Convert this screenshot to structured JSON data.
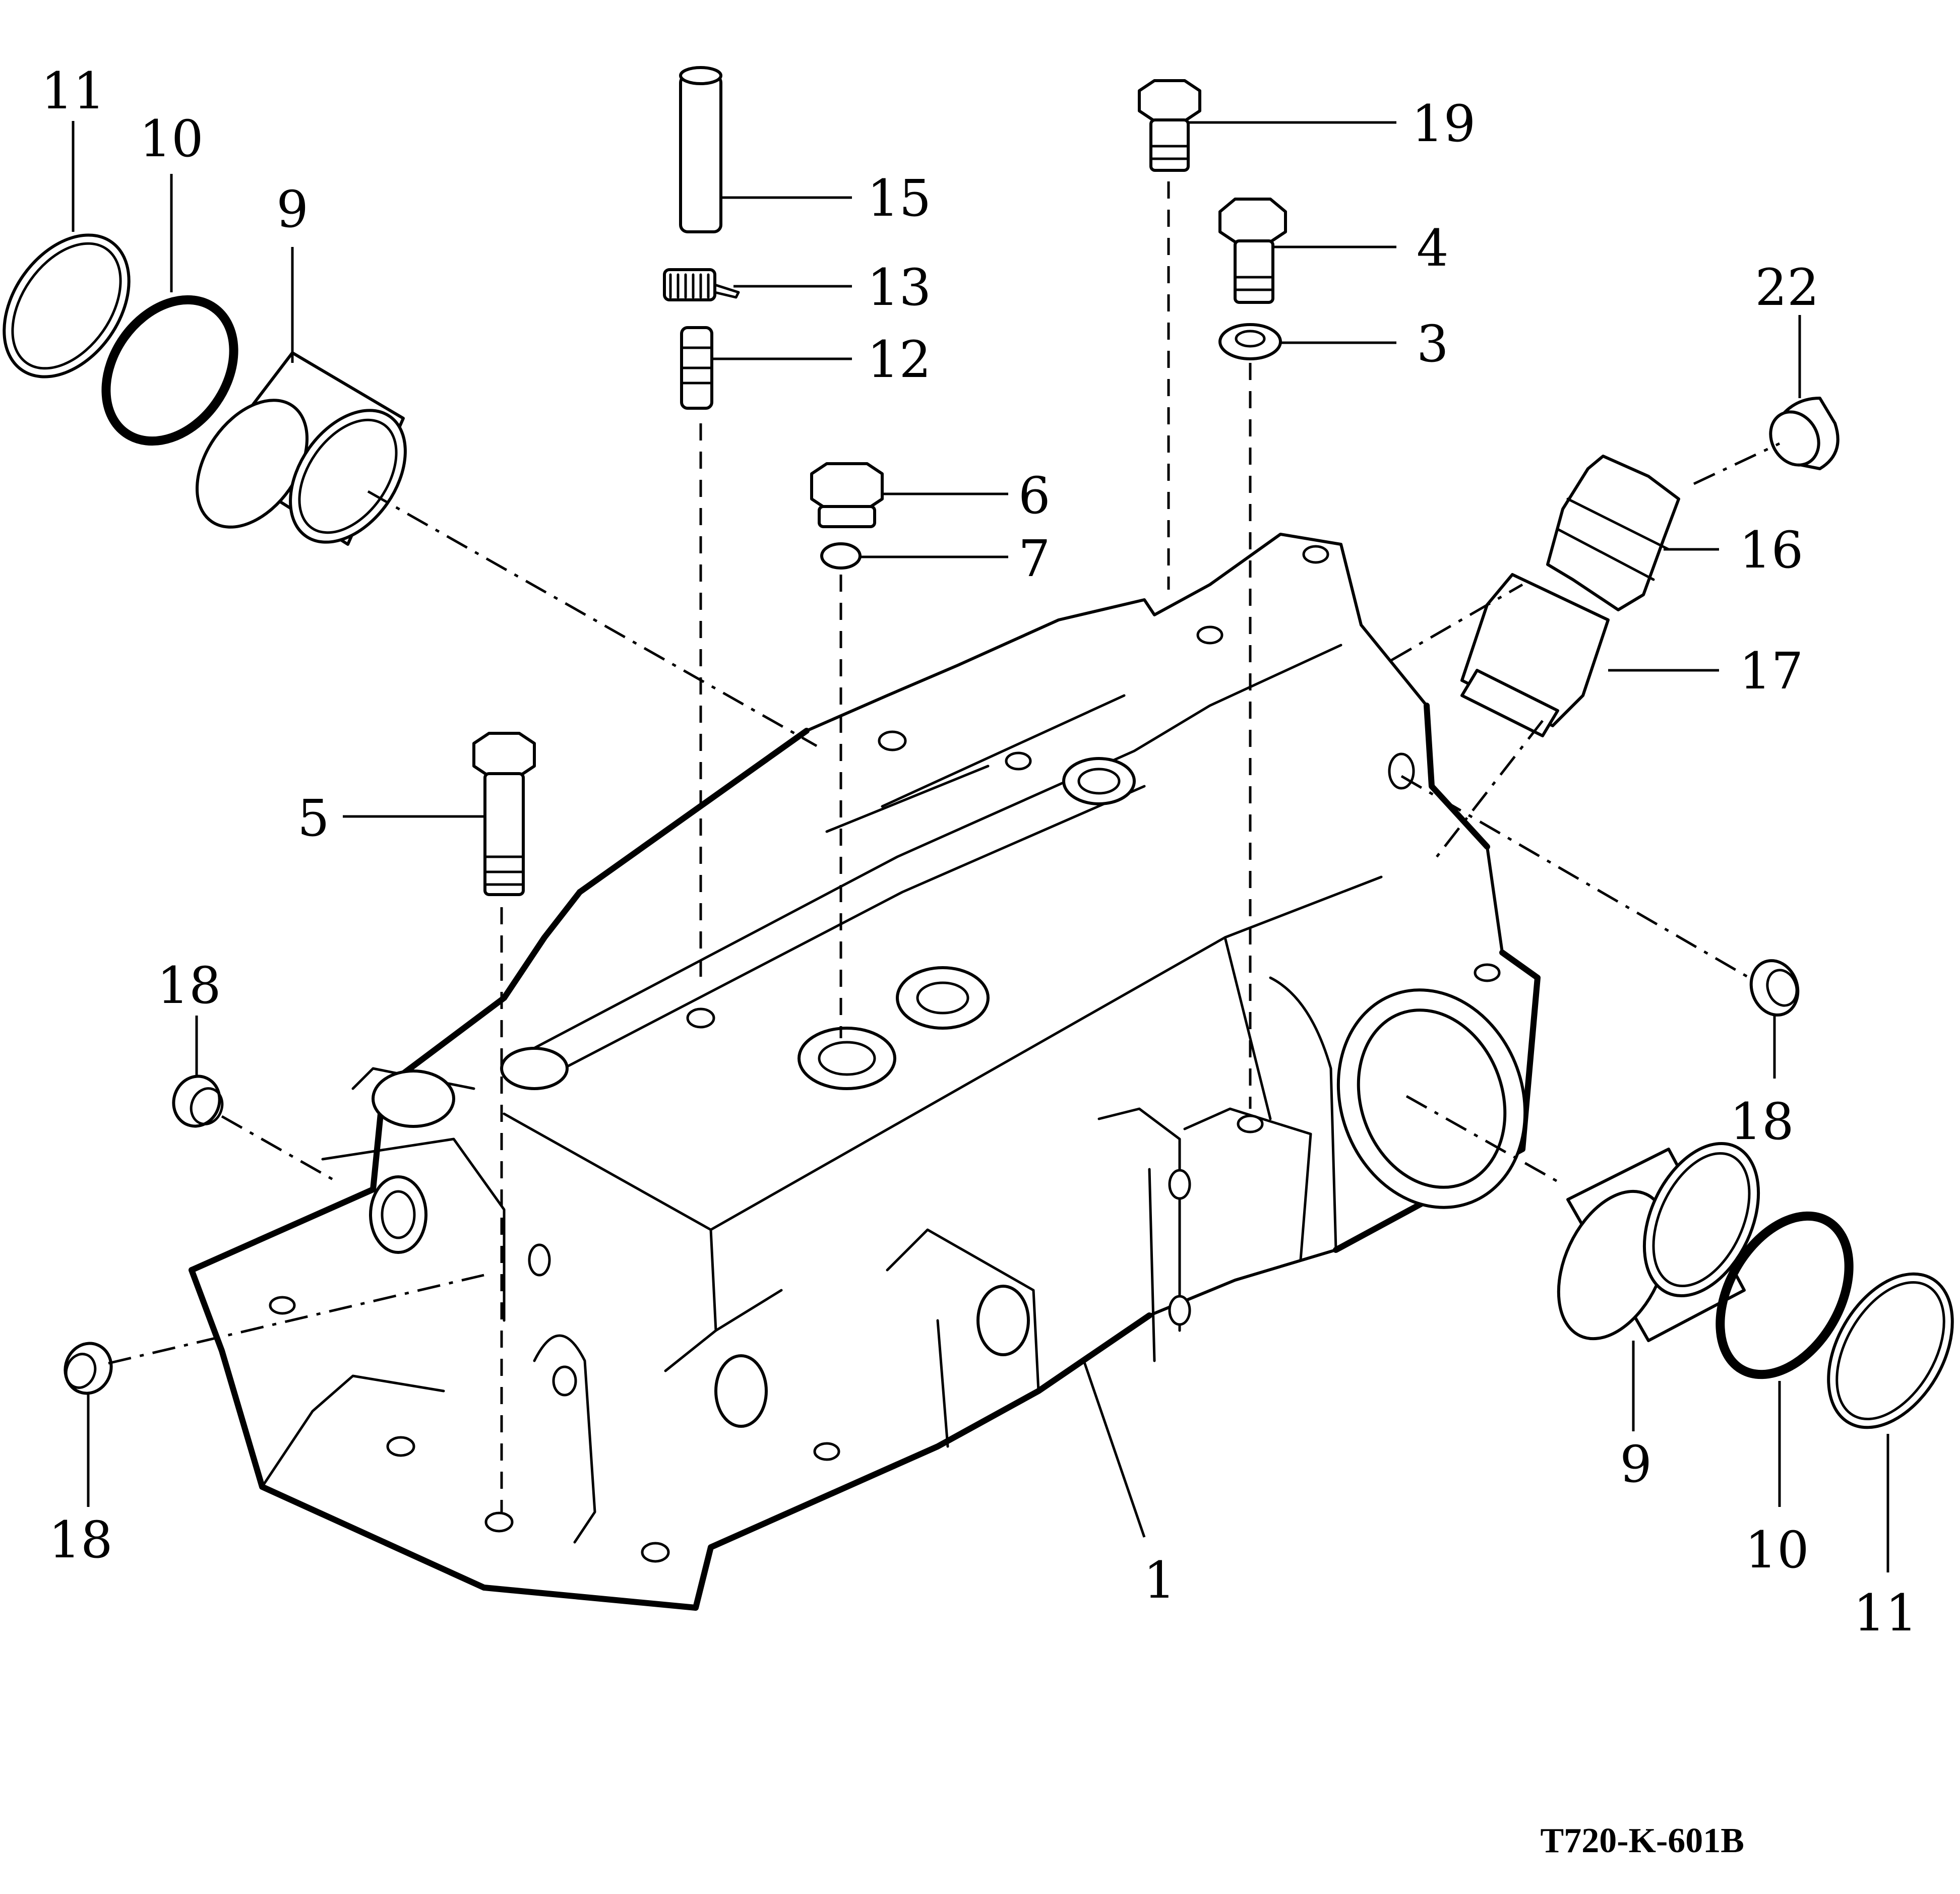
{
  "callouts": [
    {
      "id": "c11a",
      "text": "11"
    },
    {
      "id": "c10a",
      "text": "10"
    },
    {
      "id": "c9a",
      "text": "9"
    },
    {
      "id": "c15",
      "text": "15"
    },
    {
      "id": "c13",
      "text": "13"
    },
    {
      "id": "c12",
      "text": "12"
    },
    {
      "id": "c19",
      "text": "19"
    },
    {
      "id": "c4",
      "text": "4"
    },
    {
      "id": "c3",
      "text": "3"
    },
    {
      "id": "c22",
      "text": "22"
    },
    {
      "id": "c6",
      "text": "6"
    },
    {
      "id": "c7",
      "text": "7"
    },
    {
      "id": "c16",
      "text": "16"
    },
    {
      "id": "c17",
      "text": "17"
    },
    {
      "id": "c5",
      "text": "5"
    },
    {
      "id": "c18a",
      "text": "18"
    },
    {
      "id": "c18b",
      "text": "18"
    },
    {
      "id": "c18c",
      "text": "18"
    },
    {
      "id": "c9b",
      "text": "9"
    },
    {
      "id": "c10b",
      "text": "10"
    },
    {
      "id": "c11b",
      "text": "11"
    },
    {
      "id": "c1",
      "text": "1"
    }
  ],
  "figure_code": "T720-K-601B"
}
